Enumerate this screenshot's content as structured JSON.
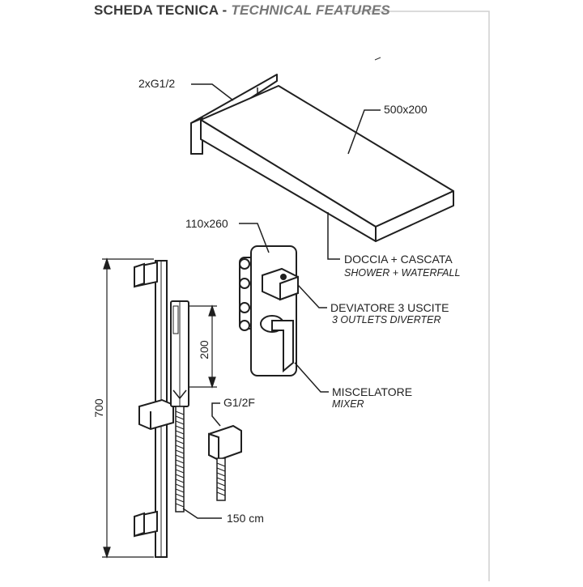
{
  "header": {
    "title_it": "SCHEDA TECNICA",
    "separator": "-",
    "title_en": "TECHNICAL FEATURES"
  },
  "labels": {
    "connection_head": "2xG1/2",
    "head_size": "500x200",
    "valve_size": "110x260",
    "function_it": "DOCCIA  + CASCATA",
    "function_en": "SHOWER  + WATERFALL",
    "diverter_it": "DEVIATORE  3 USCITE",
    "diverter_en": "3 OUTLETS  DIVERTER",
    "mixer_it": "MISCELATORE",
    "mixer_en": "MIXER",
    "hand_shower_len": "200",
    "bar_len": "700",
    "outlet_conn": "G1/2F",
    "hose_len": "150 cm"
  },
  "colors": {
    "line": "#1f1f1f",
    "frame": "#cfcfcf",
    "header_text": "#3a3a3a",
    "header_accent": "#777777"
  }
}
